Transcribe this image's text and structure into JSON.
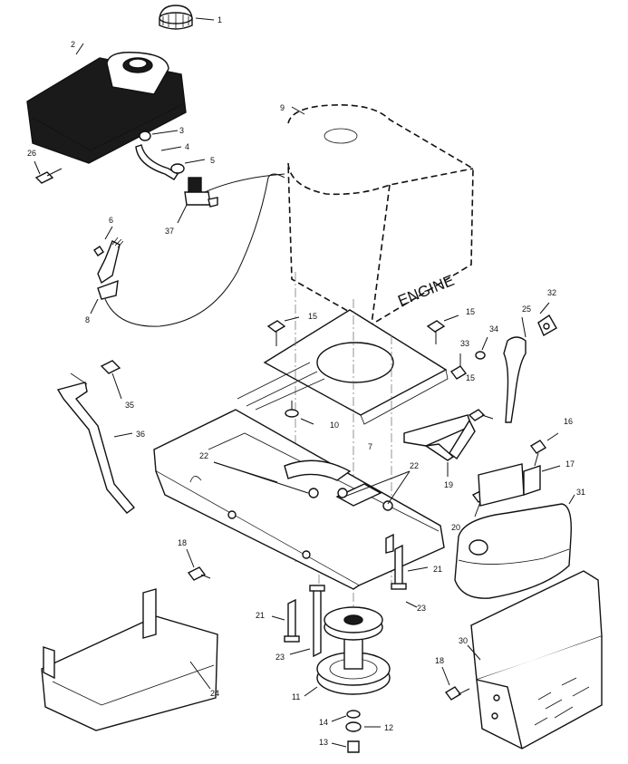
{
  "diagram": {
    "engine_text": "ENGINE",
    "callouts": {
      "c1": "1",
      "c2": "2",
      "c3": "3",
      "c4": "4",
      "c5": "5",
      "c6": "6",
      "c7": "7",
      "c8": "8",
      "c9": "9",
      "c10": "10",
      "c11": "11",
      "c12": "12",
      "c13": "13",
      "c14": "14",
      "c15a": "15",
      "c15b": "15",
      "c15c": "15",
      "c16": "16",
      "c17": "17",
      "c18a": "18",
      "c18b": "18",
      "c19": "19",
      "c20": "20",
      "c21a": "21",
      "c21b": "21",
      "c22a": "22",
      "c22b": "22",
      "c23a": "23",
      "c23b": "23",
      "c24": "24",
      "c25": "25",
      "c26": "26",
      "c30": "30",
      "c31": "31",
      "c32": "32",
      "c33": "33",
      "c34": "34",
      "c35": "35",
      "c36": "36",
      "c37": "37"
    }
  }
}
